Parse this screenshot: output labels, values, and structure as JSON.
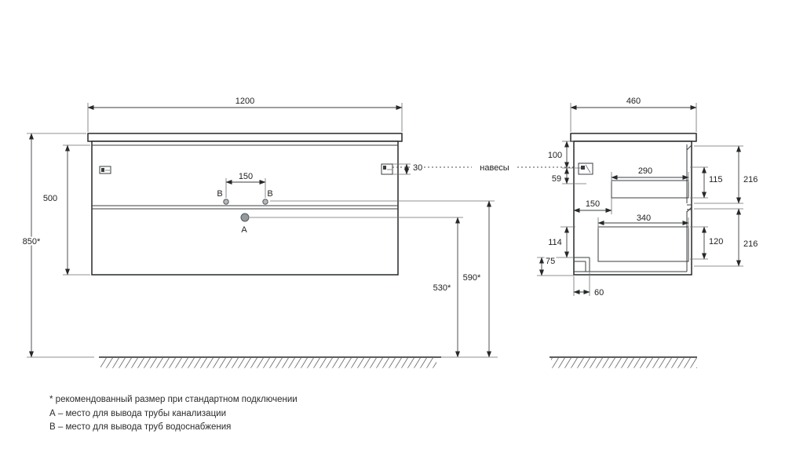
{
  "colors": {
    "line": "#26282a",
    "text": "#222222",
    "background": "#ffffff"
  },
  "front_view": {
    "dim_width": "1200",
    "dim_height": "500",
    "dim_mount_height": "850*",
    "dim_hanger_offset": "30",
    "dim_outlet_spacing": "150",
    "dim_drain_height": "530*",
    "dim_supply_height": "590*",
    "label_drain": "A",
    "label_supply_left": "B",
    "label_supply_right": "B"
  },
  "side_view": {
    "dim_depth": "460",
    "dim_hanger_from_top": "100",
    "dim_hanger_height": "59",
    "dim_back_clearance": "150",
    "dim_upper_drawer_depth": "290",
    "dim_upper_drawer_height": "115",
    "dim_upper_front_height": "216",
    "dim_lower_drawer_depth": "340",
    "dim_lower_drawer_height": "120",
    "dim_lower_front_height": "216",
    "dim_bottom_section": "114",
    "dim_plinth_height": "75",
    "dim_bottom_offset": "60"
  },
  "annotations": {
    "hangers": "навесы"
  },
  "legend": {
    "note_recommended": "* рекомендованный размер при стандартном подключении",
    "note_a": "А – место для вывода трубы канализации",
    "note_b": "B – место для вывода труб водоснабжения"
  }
}
